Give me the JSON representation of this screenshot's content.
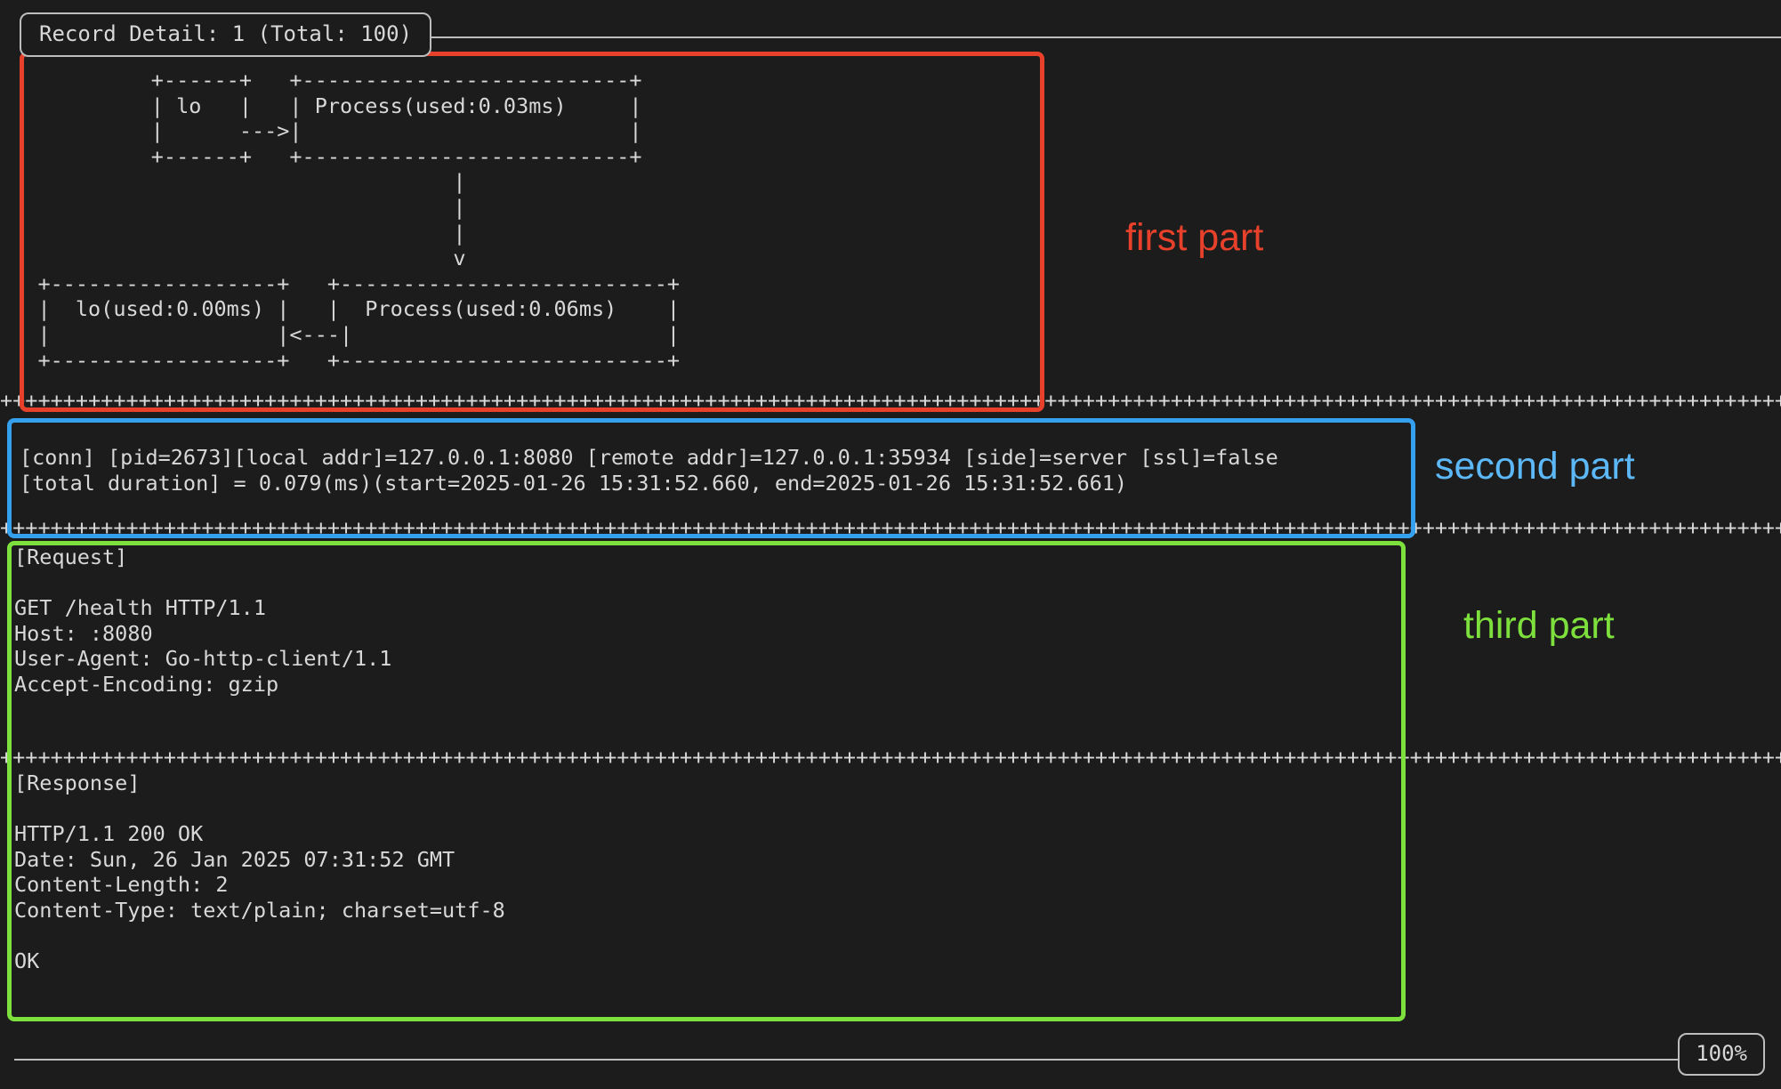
{
  "window": {
    "title": "Record Detail: 1 (Total: 100)",
    "background_color": "#1c1c1c",
    "text_color": "#d8d8d8",
    "zoom_level": "100%"
  },
  "first_part": {
    "label": "first part",
    "color": "#e8412b",
    "ascii_diagram": "            +------+   +--------------------------+\n            | lo   |   | Process(used:0.03ms)     |\n            |      --->|                          |\n            +------+   +--------------------------+\n                                    |\n                                    |\n                                    |\n                                    v\n   +------------------+   +--------------------------+\n   |  lo(used:0.00ms) |   |  Process(used:0.06ms)    |\n   |                  |<---|                         |\n   +------------------+   +--------------------------+",
    "nodes": [
      {
        "name": "lo",
        "used": ""
      },
      {
        "name": "Process(used:0.03ms)",
        "used": "0.03ms"
      },
      {
        "name": "lo(used:0.00ms)",
        "used": "0.00ms"
      },
      {
        "name": "Process(used:0.06ms)",
        "used": "0.06ms"
      }
    ]
  },
  "second_part": {
    "label": "second part",
    "color": "#35a0ee",
    "line1": "[conn] [pid=2673][local addr]=127.0.0.1:8080 [remote addr]=127.0.0.1:35934 [side]=server [ssl]=false",
    "line2": "[total duration] = 0.079(ms)(start=2025-01-26 15:31:52.660, end=2025-01-26 15:31:52.661)",
    "fields": {
      "pid": "2673",
      "local_addr": "127.0.0.1:8080",
      "remote_addr": "127.0.0.1:35934",
      "side": "server",
      "ssl": "false",
      "total_duration_ms": "0.079",
      "start": "2025-01-26 15:31:52.660",
      "end": "2025-01-26 15:31:52.661"
    }
  },
  "third_part": {
    "label": "third part",
    "color": "#7ee03c",
    "request": {
      "heading": "[Request]",
      "body": "GET /health HTTP/1.1\nHost: :8080\nUser-Agent: Go-http-client/1.1\nAccept-Encoding: gzip"
    },
    "response": {
      "heading": "[Response]",
      "body": "HTTP/1.1 200 OK\nDate: Sun, 26 Jan 2025 07:31:52 GMT\nContent-Length: 2\nContent-Type: text/plain; charset=utf-8\n\nOK"
    }
  },
  "separators": {
    "plus_rule": "++++++++++++++++++++++++++++++++++++++++++++++++++++++++++++++++++++++++++++++++++++++++++++++++++++++++++++++++++++++++++++++++++++++++++++++++++++++++++++++++++++++++++++++++++++++++++++++++++++++++++++++++++++++++++++++++++++++++++++++++++++++++++++"
  }
}
